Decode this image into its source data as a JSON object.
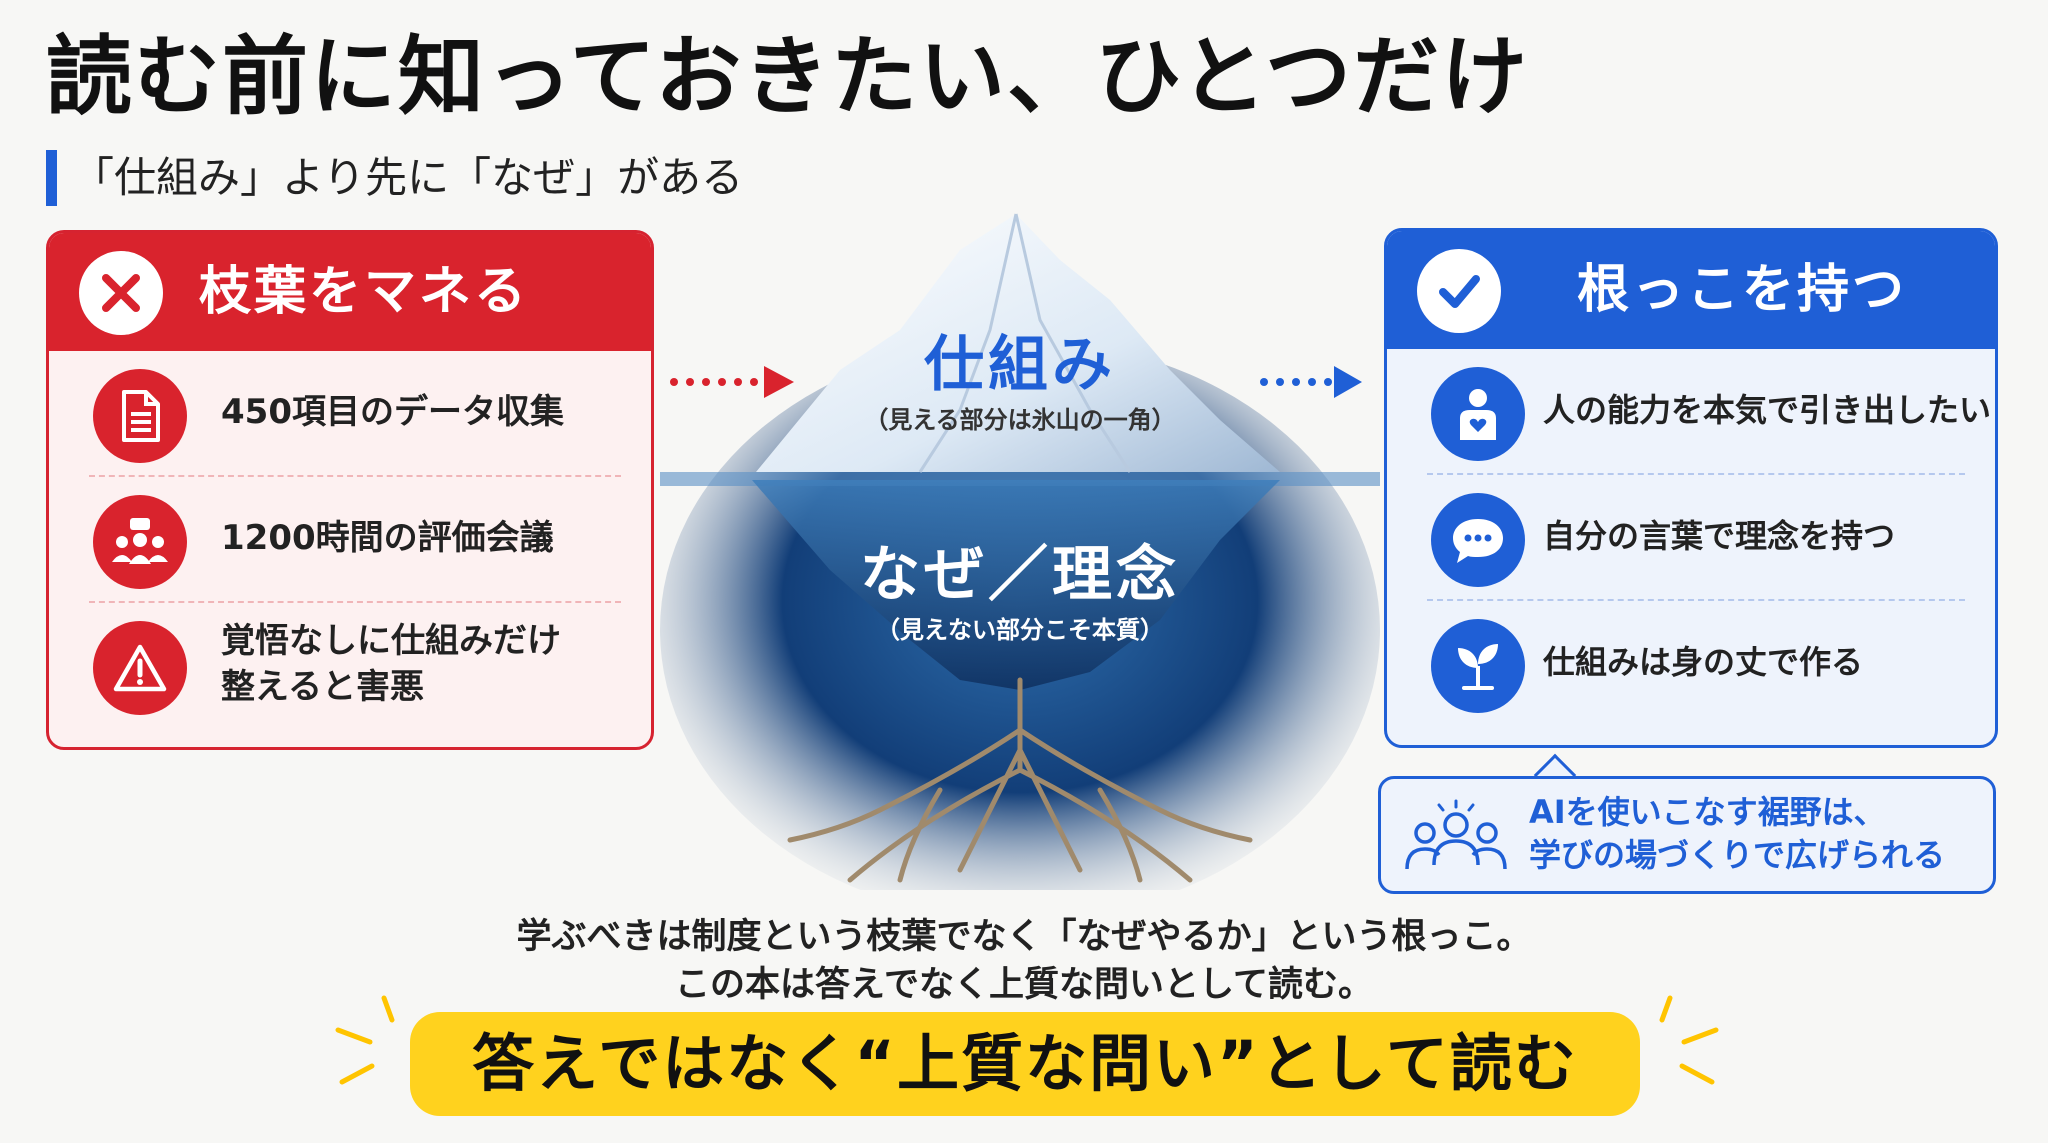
{
  "title": "読む前に知っておきたい、ひとつだけ",
  "subtitle": "「仕組み」より先に「なぜ」がある",
  "left_card": {
    "heading": "枝葉をマネる",
    "items": [
      {
        "text": "450項目のデータ収集",
        "icon": "document-icon"
      },
      {
        "text": "1200時間の評価会議",
        "icon": "meeting-icon"
      },
      {
        "text": "覚悟なしに仕組みだけ\n整えると害悪",
        "icon": "warning-icon"
      }
    ],
    "colors": {
      "accent": "#d9232d",
      "background": "#fdf1f1"
    }
  },
  "iceberg": {
    "top_label": "仕組み",
    "top_caption": "（見える部分は氷山の一角）",
    "bottom_label": "なぜ／理念",
    "bottom_caption": "（見えない部分こそ本質）"
  },
  "right_card": {
    "heading": "根っこを持つ",
    "items": [
      {
        "text": "人の能力を本気で引き出したい",
        "icon": "person-heart-icon"
      },
      {
        "text": "自分の言葉で理念を持つ",
        "icon": "speech-bubble-icon"
      },
      {
        "text": "仕組みは身の丈で作る",
        "icon": "sprout-icon"
      }
    ],
    "colors": {
      "accent": "#1f5fd6",
      "background": "#eef3fc"
    }
  },
  "callout": {
    "text": "AIを使いこなす裾野は、\n学びの場づくりで広げられる",
    "icon": "group-icon"
  },
  "body": {
    "line1": "学ぶべきは制度という枝葉でなく「なぜやるか」という根っこ。",
    "line2": "この本は答えでなく上質な問いとして読む。"
  },
  "banner": {
    "text": "答えではなく“上質な問い”として読む",
    "color": "#ffd21e"
  }
}
